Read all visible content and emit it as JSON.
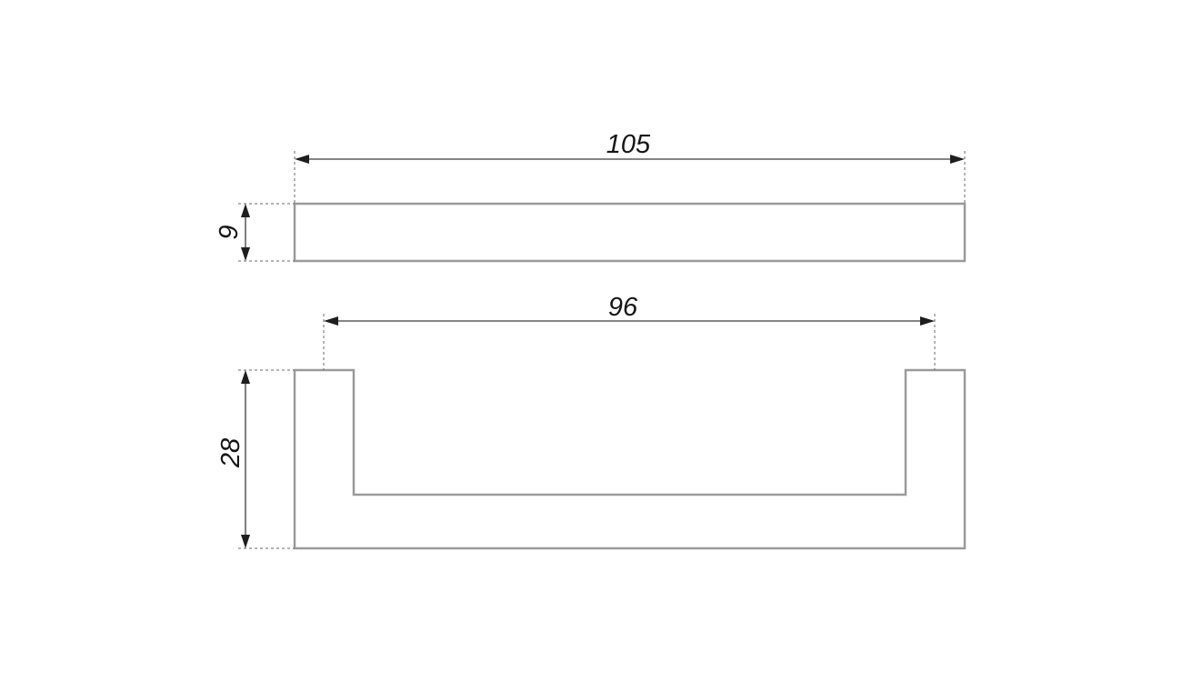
{
  "dimensions": {
    "overall_length": "105",
    "thickness": "9",
    "hole_spacing": "96",
    "height": "28"
  },
  "colors": {
    "outline": "#9a9a9a",
    "dimension_line": "#3a3a3a",
    "text": "#151515",
    "background": "#ffffff"
  }
}
